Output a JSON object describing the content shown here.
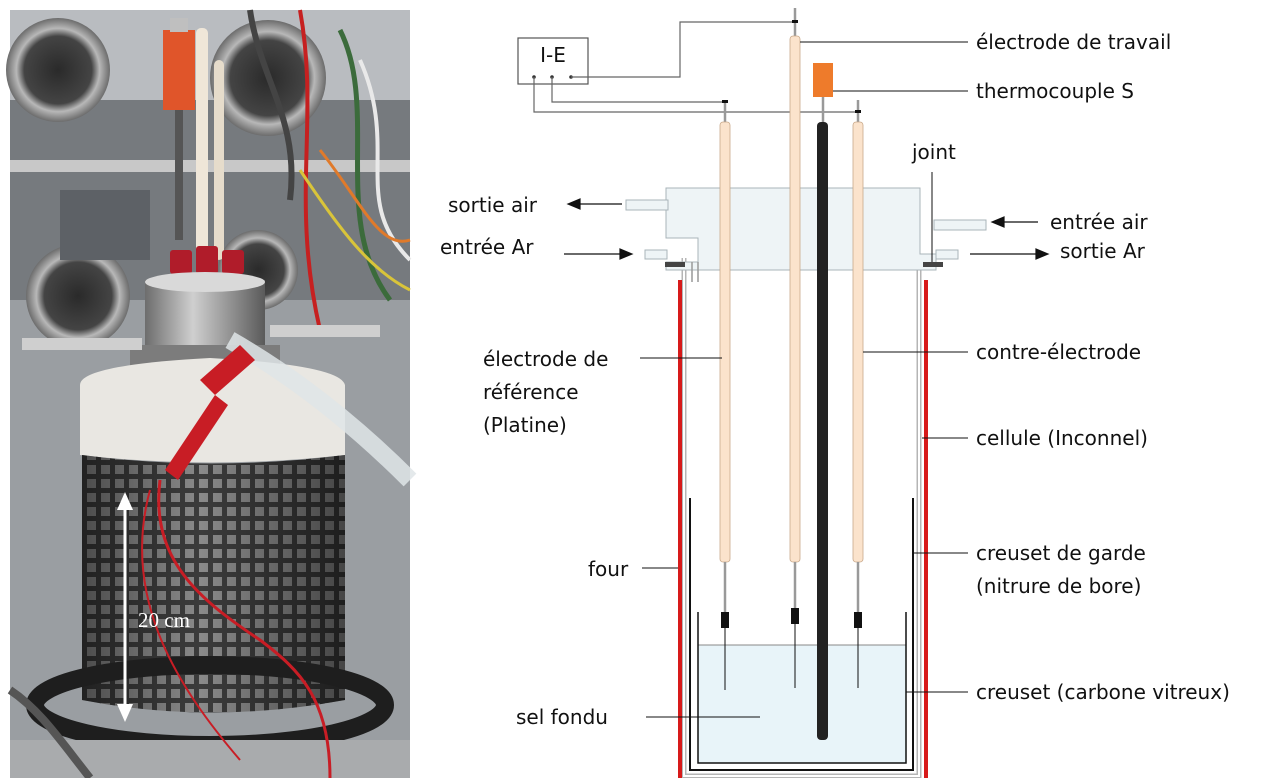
{
  "photo": {
    "scale_label": "20 cm"
  },
  "diagram": {
    "potentiostat_label": "I-E",
    "labels": {
      "working_electrode": "électrode de travail",
      "thermocouple": "thermocouple S",
      "joint": "joint",
      "air_out": "sortie air",
      "air_in": "entrée air",
      "ar_in": "entrée Ar",
      "ar_out": "sortie Ar",
      "ref_electrode_line1": "électrode de",
      "ref_electrode_line2": "référence",
      "ref_electrode_line3": "(Platine)",
      "counter_electrode": "contre-électrode",
      "cell": "cellule (Inconnel)",
      "furnace": "four",
      "guard_crucible_line1": "creuset de garde",
      "guard_crucible_line2": "(nitrure de bore)",
      "molten_salt": "sel fondu",
      "crucible": "creuset (carbone vitreux)"
    },
    "colors": {
      "electrode_tube": "#fbe3cc",
      "thermocouple_head": "#ee7b2b",
      "furnace_wall": "#d71a1a",
      "salt": "#e8f4f9",
      "lid": "#eef4f6",
      "rod": "#222222"
    }
  }
}
